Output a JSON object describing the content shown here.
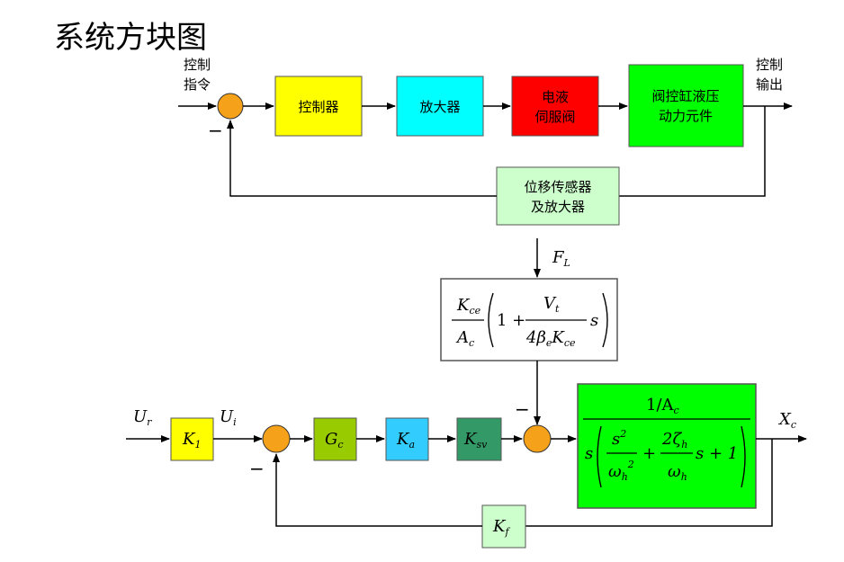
{
  "title": "系统方块图",
  "top": {
    "input_label": [
      "控制",
      "指令"
    ],
    "output_label": [
      "控制",
      "输出"
    ],
    "minus": "−",
    "controller": "控制器",
    "amplifier": "放大器",
    "servo_valve": [
      "电液",
      "伺服阀"
    ],
    "actuator": [
      "阀控缸液压",
      "动力元件"
    ],
    "sensor": [
      "位移传感器",
      "及放大器"
    ],
    "colors": {
      "summer": "#f5a11a",
      "controller": "#ffff00",
      "amplifier": "#00ffff",
      "servo_valve": "#ff0000",
      "actuator": "#00ff00",
      "sensor": "#ccffcc"
    }
  },
  "bottom": {
    "load_input": "F",
    "load_input_sub": "L",
    "load_tf": {
      "kce": "K",
      "kce_sub": "ce",
      "ac": "A",
      "ac_sub": "c",
      "one_plus": "1 +",
      "vt": "V",
      "vt_sub": "t",
      "four_beta": "4",
      "beta": "β",
      "beta_sub": "e",
      "kce2": "K",
      "kce2_sub": "ce",
      "s": "s"
    },
    "ur": "U",
    "ur_sub": "r",
    "ui": "U",
    "ui_sub": "i",
    "k1": "K",
    "k1_sub": "1",
    "gc": "G",
    "gc_sub": "c",
    "ka": "K",
    "ka_sub": "a",
    "ksv": "K",
    "ksv_sub": "sv",
    "plant": {
      "num": "1/A",
      "num_sub": "c",
      "s": "s",
      "s2": "s",
      "s2_sup": "2",
      "wh": "ω",
      "wh_sub": "h",
      "wh_sup": "2",
      "plus": "+",
      "two_zeta": "2ζ",
      "zeta_sub": "h",
      "wh2": "ω",
      "wh2_sub": "h",
      "s_plus_1": "s + 1"
    },
    "xc": "X",
    "xc_sub": "c",
    "kf": "K",
    "kf_sub": "f",
    "minus": "−",
    "colors": {
      "summer": "#f5a11a",
      "k1": "#ffff00",
      "gc": "#99cc00",
      "ka": "#33ccff",
      "ksv": "#339966",
      "plant": "#00ff00",
      "kf": "#ccffcc"
    }
  }
}
